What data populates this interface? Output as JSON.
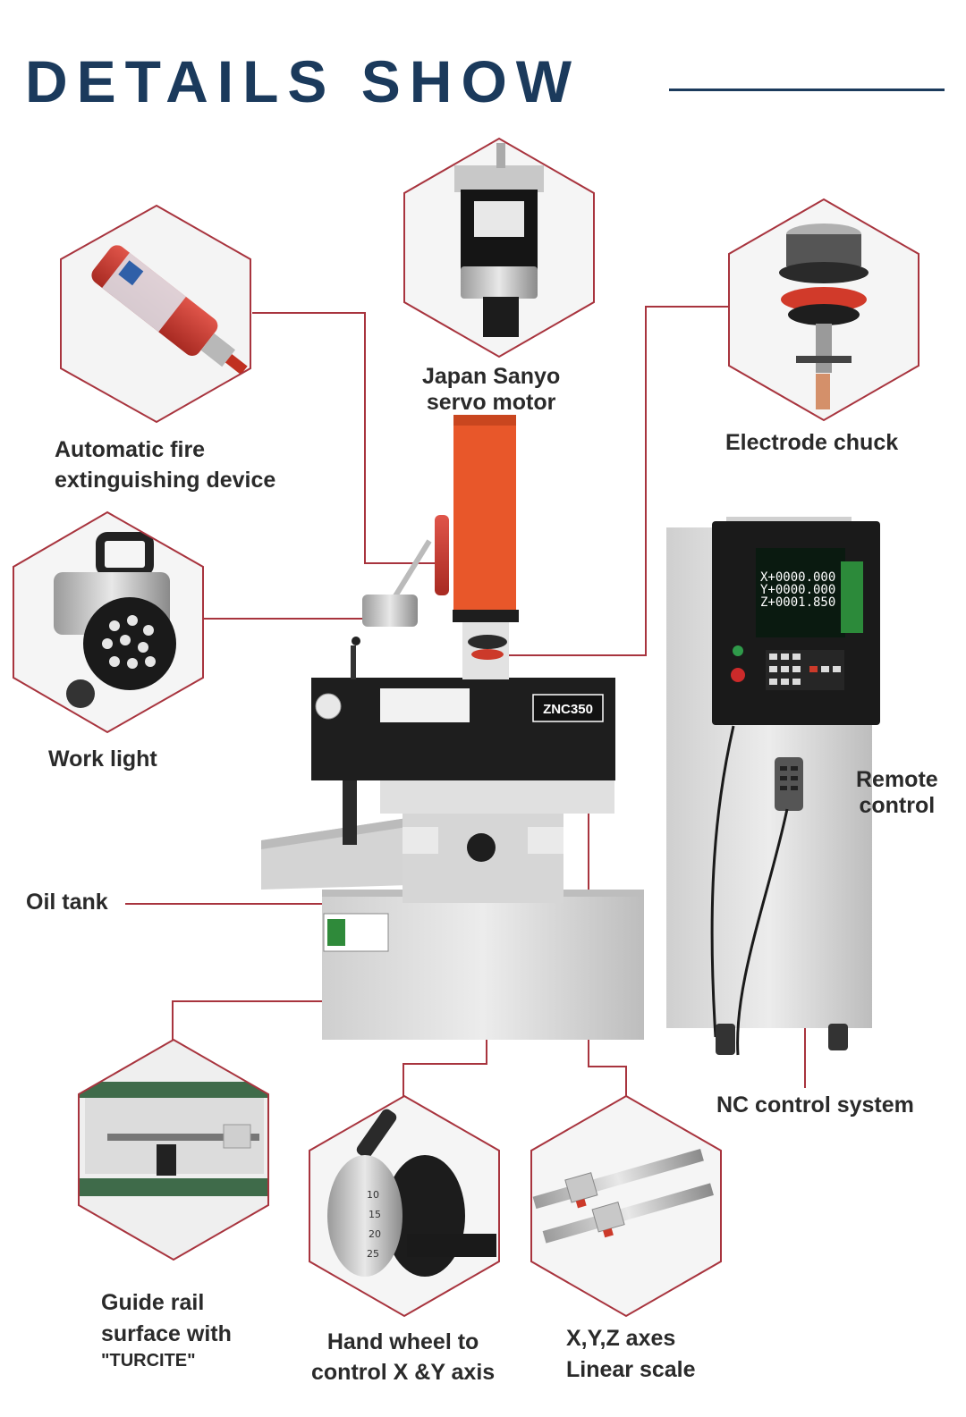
{
  "header": {
    "title": "DETAILS SHOW"
  },
  "machine": {
    "model_plate": "ZNC350",
    "display": {
      "x_readout": "X+0000.000",
      "y_readout": "Y+0000.000",
      "z_readout": "Z+0001.850"
    },
    "dial_numbers": [
      "10",
      "15",
      "20",
      "25"
    ]
  },
  "labels": {
    "servo_motor": [
      "Japan Sanyo",
      "servo motor"
    ],
    "fire_device": [
      "Automatic fire",
      "extinguishing device"
    ],
    "electrode_chuck": "Electrode chuck",
    "work_light": "Work light",
    "remote_control": [
      "Remote",
      "control"
    ],
    "oil_tank": "Oil tank",
    "nc_system": "NC control system",
    "guide_rail": [
      "Guide rail",
      "surface with",
      "\"TURCITE\""
    ],
    "hand_wheel": [
      "Hand wheel to",
      "control X &Y axis"
    ],
    "linear_scale": [
      "X,Y,Z axes",
      "Linear scale"
    ]
  },
  "colors": {
    "title": "#1b3a5c",
    "accent_line": "#a8343e",
    "head_orange": "#e8572a",
    "machine_black": "#1e1e1e",
    "machine_grey": "#dcdcdc"
  },
  "icons": [
    "fire-extinguisher-image",
    "servo-motor-image",
    "electrode-chuck-image",
    "work-light-image",
    "guide-rail-image",
    "hand-wheel-image",
    "linear-scale-image",
    "edm-machine-image",
    "nc-cabinet-image"
  ]
}
